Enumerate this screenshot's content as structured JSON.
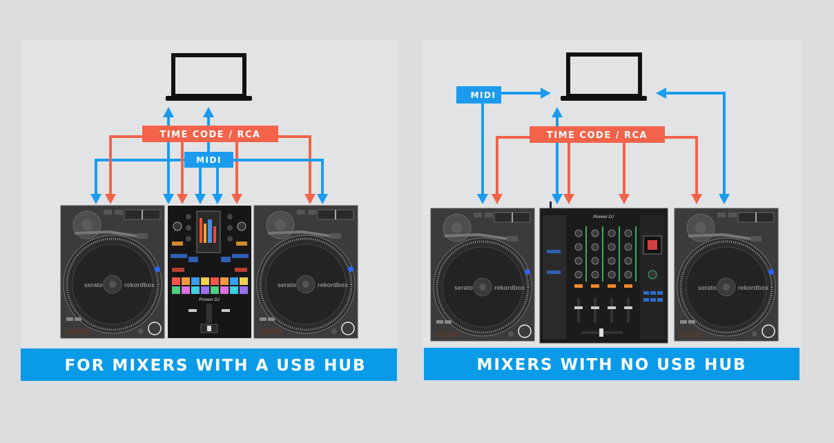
{
  "colors": {
    "background": "#dcdddf",
    "panel": "#e2e3e5",
    "blue": "#1a9bee",
    "red": "#f2634a",
    "banner": "#0a9be8",
    "laptop": "#111111"
  },
  "left": {
    "timecode_label": "TIME CODE / RCA",
    "midi_label": "MIDI",
    "banner": "FOR MIXERS WITH A USB HUB"
  },
  "right": {
    "timecode_label": "TIME CODE / RCA",
    "midi_label": "MIDI",
    "banner": "MIXERS WITH NO USB HUB"
  },
  "devices": {
    "turntable_logo_left": "serato",
    "turntable_logo_right": "rekordbox",
    "mixer_brand": "Pioneer DJ"
  }
}
